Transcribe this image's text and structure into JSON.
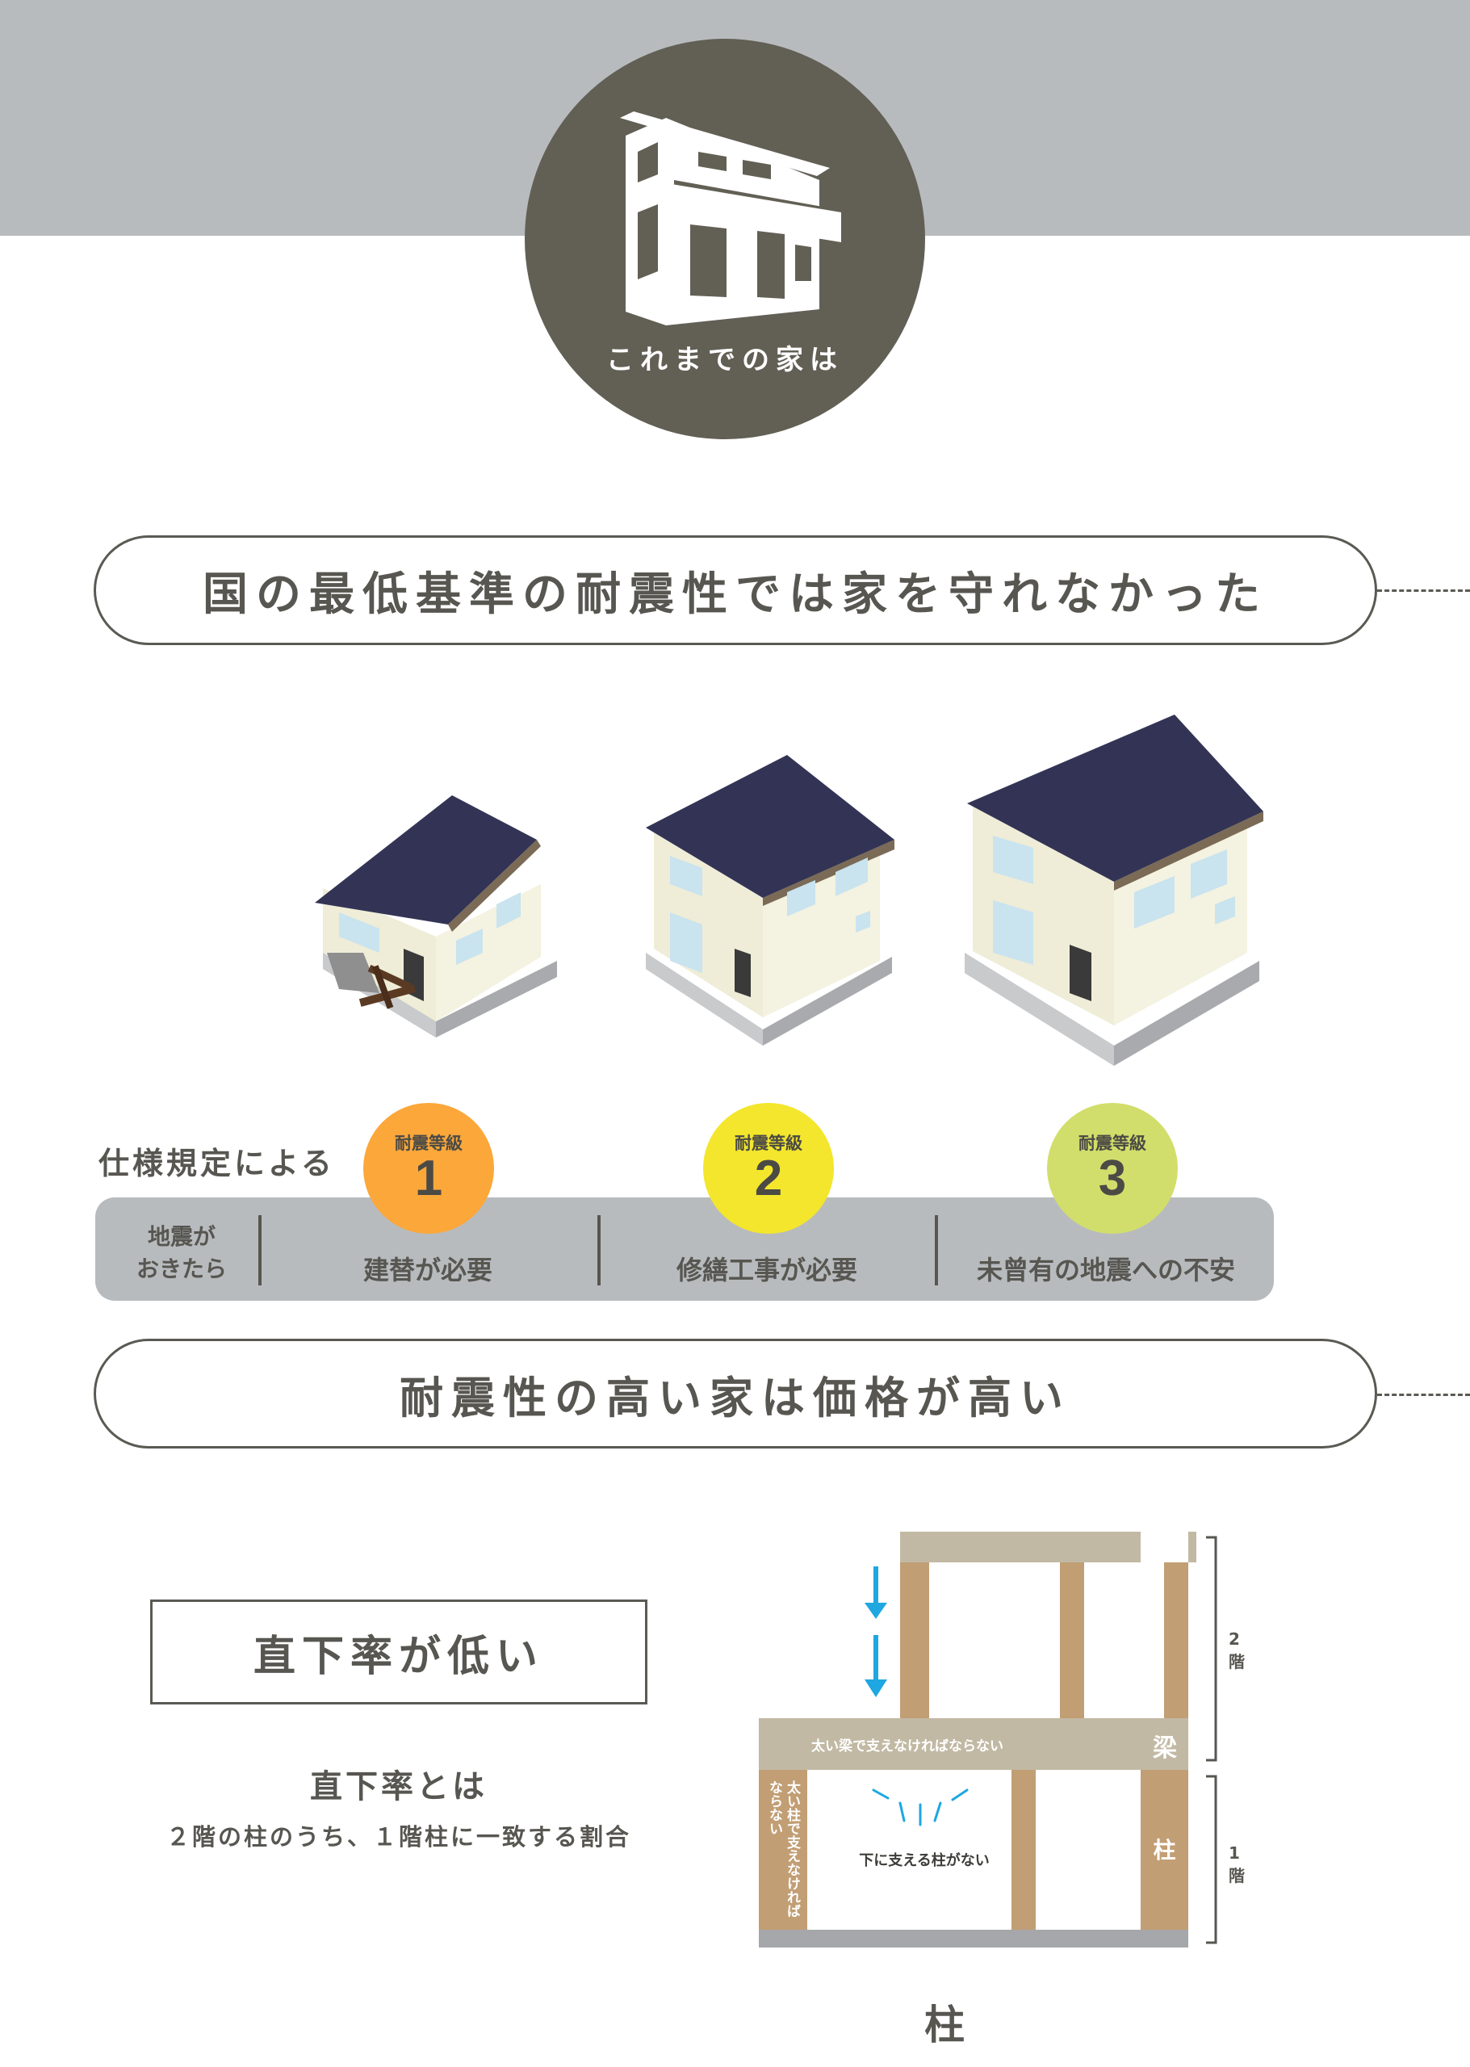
{
  "hero": {
    "label": "これまでの家は",
    "icon": "house-icon"
  },
  "banner1": {
    "text": "国の最低基準の耐震性では家を守れなかった"
  },
  "spec": {
    "label": "仕様規定による",
    "row_label_line1": "地震が",
    "row_label_line2": "おきたら",
    "grades": [
      {
        "title": "耐震等級",
        "number": "1",
        "outcome": "建替が必要",
        "color": "#fba73a"
      },
      {
        "title": "耐震等級",
        "number": "2",
        "outcome": "修繕工事が必要",
        "color": "#f3e62c"
      },
      {
        "title": "耐震等級",
        "number": "3",
        "outcome": "未曾有の地震への不安",
        "color": "#d2de6b"
      }
    ]
  },
  "banner2": {
    "text": "耐震性の高い家は価格が高い"
  },
  "ratio": {
    "box_title": "直下率が低い",
    "subtitle": "直下率とは",
    "description": "２階の柱のうち、１階柱に一致する割合"
  },
  "diagram": {
    "floor2_label": "2 階",
    "floor1_label": "1 階",
    "beam_note": "太い梁で支えなければならない",
    "beam_label": "梁",
    "pillar_label": "柱",
    "left_note": "太い柱で支えなければならない",
    "no_support": "下に支える柱がない",
    "caption": "柱",
    "arrow_color": "#1ea7e1",
    "wood_color": "#c29e74",
    "beam_color": "#c2b9a4"
  }
}
